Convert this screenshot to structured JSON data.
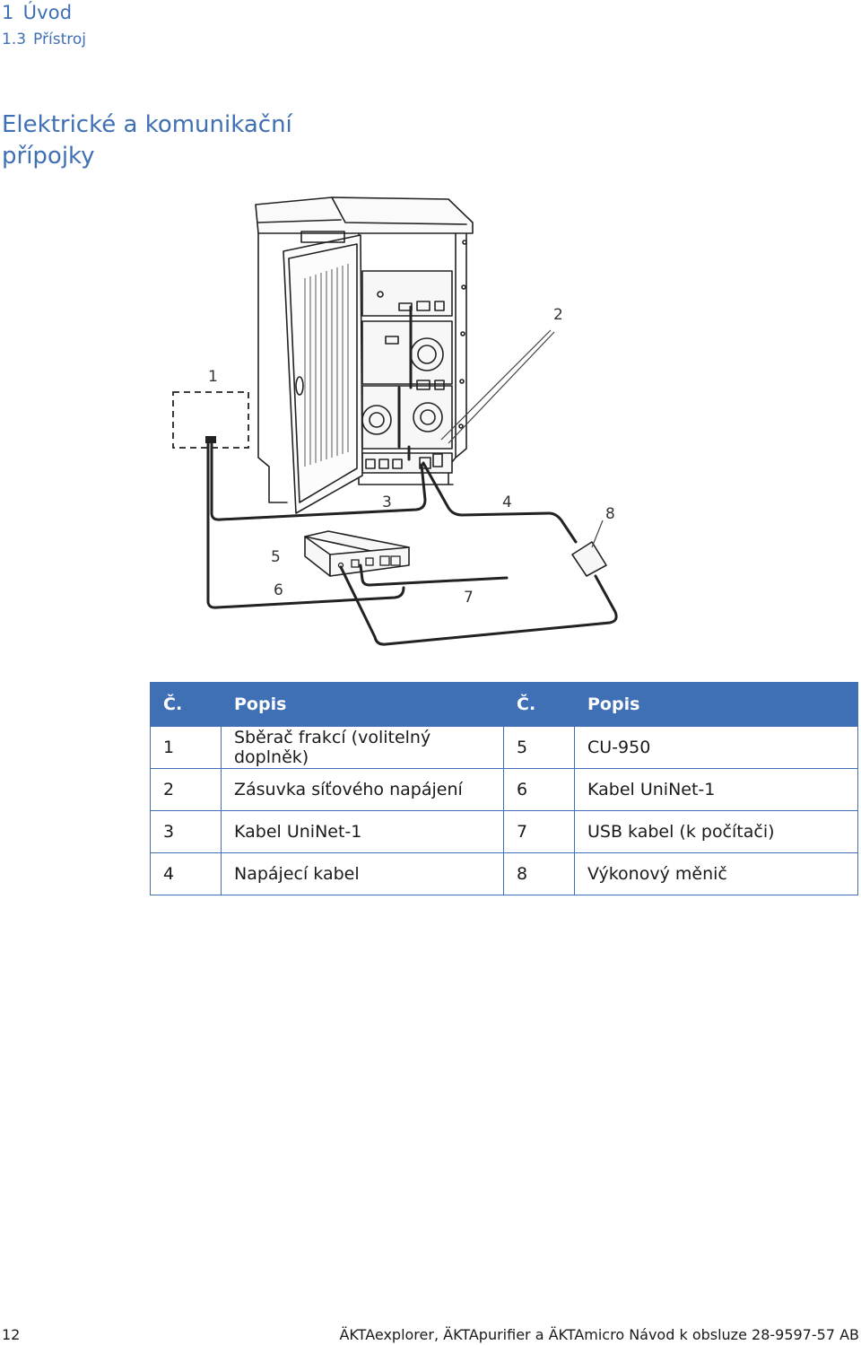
{
  "header": {
    "chapter_number": "1",
    "chapter_title": "Úvod",
    "section_number": "1.3",
    "section_title": "Přístroj"
  },
  "section_title": "Elektrické a komunikační přípojky",
  "figure": {
    "callouts": [
      "1",
      "2",
      "3",
      "4",
      "5",
      "6",
      "7",
      "8"
    ]
  },
  "legend_table": {
    "headers": [
      "Č.",
      "Popis",
      "Č.",
      "Popis"
    ],
    "rows": [
      [
        "1",
        "Sběrač frakcí (volitelný doplněk)",
        "5",
        "CU-950"
      ],
      [
        "2",
        "Zásuvka síťového napájení",
        "6",
        "Kabel UniNet-1"
      ],
      [
        "3",
        "Kabel UniNet-1",
        "7",
        "USB kabel (k počítači)"
      ],
      [
        "4",
        "Napájecí kabel",
        "8",
        "Výkonový měnič"
      ]
    ]
  },
  "footer": {
    "page_number": "12",
    "document": "ÄKTAexplorer, ÄKTApurifier a ÄKTAmicro Návod k obsluze 28-9597-57 AB"
  },
  "colors": {
    "accent": "#3f6fb4",
    "text": "#1a1a1a"
  }
}
